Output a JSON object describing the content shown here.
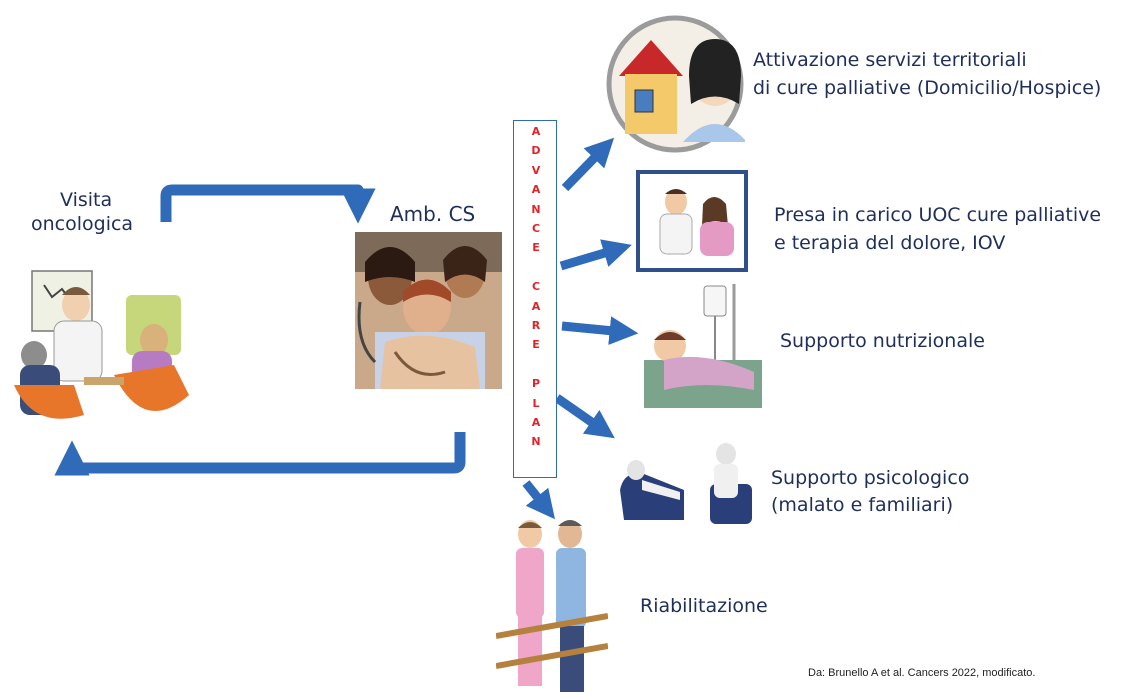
{
  "left": {
    "visit_line1": "Visita",
    "visit_line2": "oncologica",
    "amb_label": "Amb. CS"
  },
  "acp": {
    "letters": [
      "A",
      "D",
      "V",
      "A",
      "N",
      "C",
      "E",
      "",
      "C",
      "A",
      "R",
      "E",
      "",
      "P",
      "L",
      "A",
      "N"
    ]
  },
  "outcomes": {
    "territorial_line1": "Attivazione servizi territoriali",
    "territorial_line2": "di cure palliative (Domicilio/Hospice)",
    "uoc_line1": "Presa in carico UOC cure palliative",
    "uoc_line2": "e terapia del dolore, IOV",
    "nutrition": "Supporto nutrizionale",
    "psych_line1": "Supporto psicologico",
    "psych_line2": "(malato e familiari)",
    "rehab": "Riabilitazione"
  },
  "footer": {
    "source": "Da: Brunello A et al. Cancers 2022,  modificato."
  },
  "colors": {
    "arrow": "#2f6bb8",
    "acp_text": "#e0242a",
    "label_text": "#1f2f5a"
  }
}
